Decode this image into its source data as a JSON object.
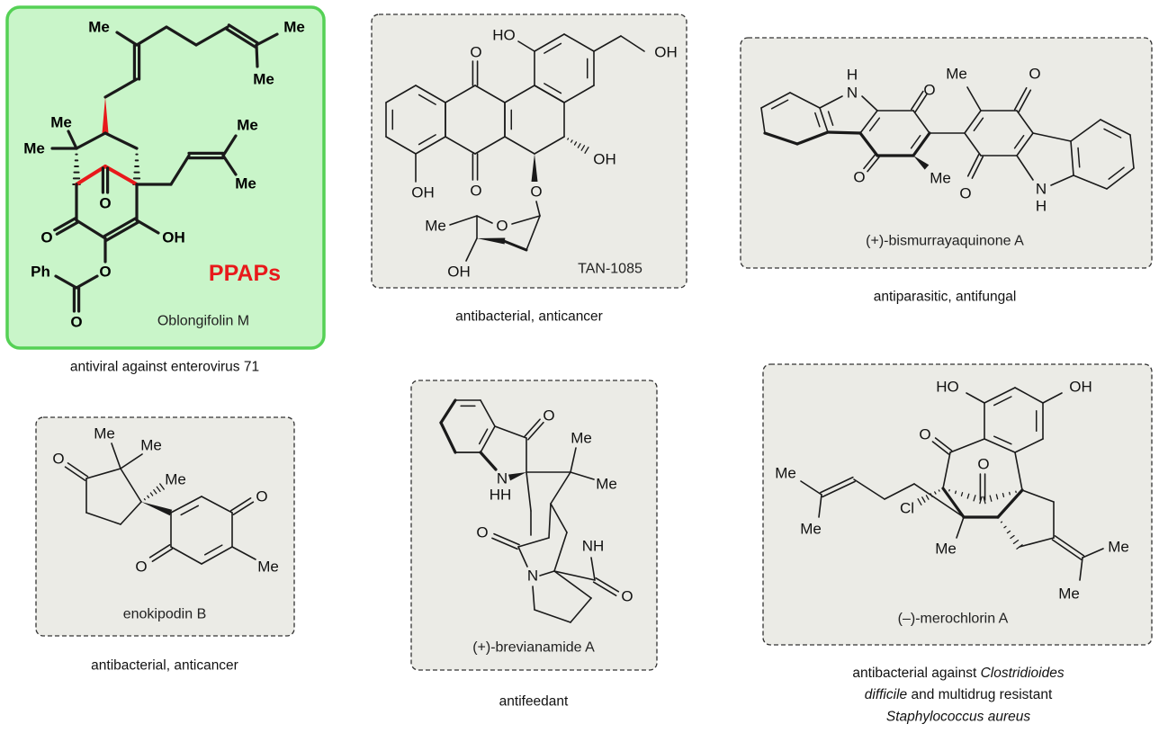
{
  "colors": {
    "highlight_box": "#c9f5c9",
    "highlight_border": "#55d155",
    "accent_red": "#e8191b",
    "panel_fill": "#ebebe6"
  },
  "panels": [
    {
      "name": "Oblongifolin M",
      "class_label": "PPAPs",
      "activity": "antiviral against enterovirus 71",
      "atoms": [
        "Me",
        "Me",
        "Me",
        "Me",
        "Me",
        "Me",
        "Me",
        "O",
        "O",
        "OH",
        "O",
        "Ph",
        "O"
      ]
    },
    {
      "name": "TAN-1085",
      "activity": "antibacterial, anticancer",
      "atoms": [
        "HO",
        "OH",
        "O",
        "O",
        "OH",
        "OH",
        "O",
        "Me",
        "O",
        "OH"
      ]
    },
    {
      "name": "(+)-bismurrayaquinone A",
      "activity": "antiparasitic, antifungal",
      "atoms": [
        "H",
        "N",
        "O",
        "O",
        "Me",
        "Me",
        "O",
        "O",
        "N",
        "H"
      ]
    },
    {
      "name": "enokipodin B",
      "activity": "antibacterial, anticancer",
      "atoms": [
        "Me",
        "Me",
        "O",
        "Me",
        "O",
        "O",
        "Me"
      ]
    },
    {
      "name": "(+)-brevianamide A",
      "activity": "antifeedant",
      "atoms": [
        "O",
        "Me",
        "N",
        "HH",
        "Me",
        "O",
        "NH",
        "N",
        "O"
      ]
    },
    {
      "name": "(–)-merochlorin A",
      "activity_parts": [
        "antibacterial against ",
        "Clostridioides",
        "difficile",
        " and multidrug resistant",
        "Staphylococcus aureus"
      ],
      "atoms": [
        "HO",
        "OH",
        "O",
        "O",
        "Me",
        "Cl",
        "Me",
        "Me",
        "Me",
        "Me"
      ]
    }
  ]
}
